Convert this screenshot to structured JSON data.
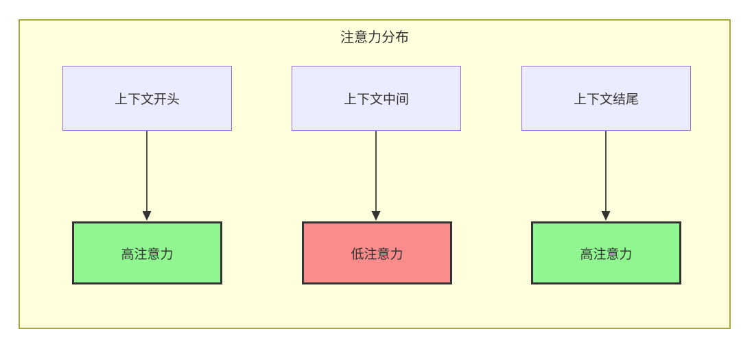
{
  "diagram": {
    "title": "注意力分布",
    "columns": [
      {
        "source": "上下文开头",
        "target": "高注意力",
        "attention_level": "high"
      },
      {
        "source": "上下文中间",
        "target": "低注意力",
        "attention_level": "low"
      },
      {
        "source": "上下文结尾",
        "target": "高注意力",
        "attention_level": "high"
      }
    ],
    "colors": {
      "container_background": "#ffffde",
      "container_border": "#aaaa33",
      "source_node_background": "#ececff",
      "source_node_border": "#9370db",
      "high_attention_background": "#90f790",
      "low_attention_background": "#fa8c8c",
      "result_node_border": "#333333",
      "arrow": "#333333",
      "text": "#333333"
    }
  }
}
